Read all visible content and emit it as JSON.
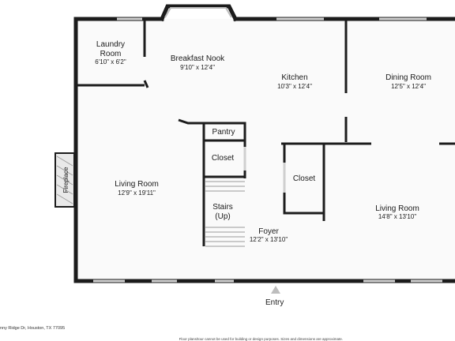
{
  "rooms": {
    "laundry": {
      "name_line1": "Laundry",
      "name_line2": "Room",
      "dim": "6'10\" x 6'2\""
    },
    "breakfast": {
      "name": "Breakfast Nook",
      "dim": "9'10\" x 12'4\""
    },
    "kitchen": {
      "name": "Kitchen",
      "dim": "10'3\" x 12'4\""
    },
    "dining": {
      "name": "Dining Room",
      "dim": "12'5\" x 12'4\""
    },
    "pantry": {
      "name": "Pantry"
    },
    "closet1": {
      "name": "Closet"
    },
    "closet2": {
      "name": "Closet"
    },
    "stairs": {
      "name_line1": "Stairs",
      "name_line2": "(Up)"
    },
    "living_left": {
      "name": "Living Room",
      "dim": "12'9\" x 19'11\""
    },
    "foyer": {
      "name": "Foyer",
      "dim": "12'2\" x 13'10\""
    },
    "living_right": {
      "name": "Living Room",
      "dim": "14'8\" x 13'10\""
    },
    "fireplace": {
      "name": "Fireplace"
    }
  },
  "entry_label": "Entry",
  "footer": {
    "address": "nny Ridge Dr, Houston, TX 77095",
    "disclaimer": "Floor plans/tour cannot be used for building or design purposes. Sizes and dimensions are approximate."
  },
  "colors": {
    "wall": "#1c1c1c",
    "window": "#cfcfcf",
    "floor": "#fafafa"
  }
}
